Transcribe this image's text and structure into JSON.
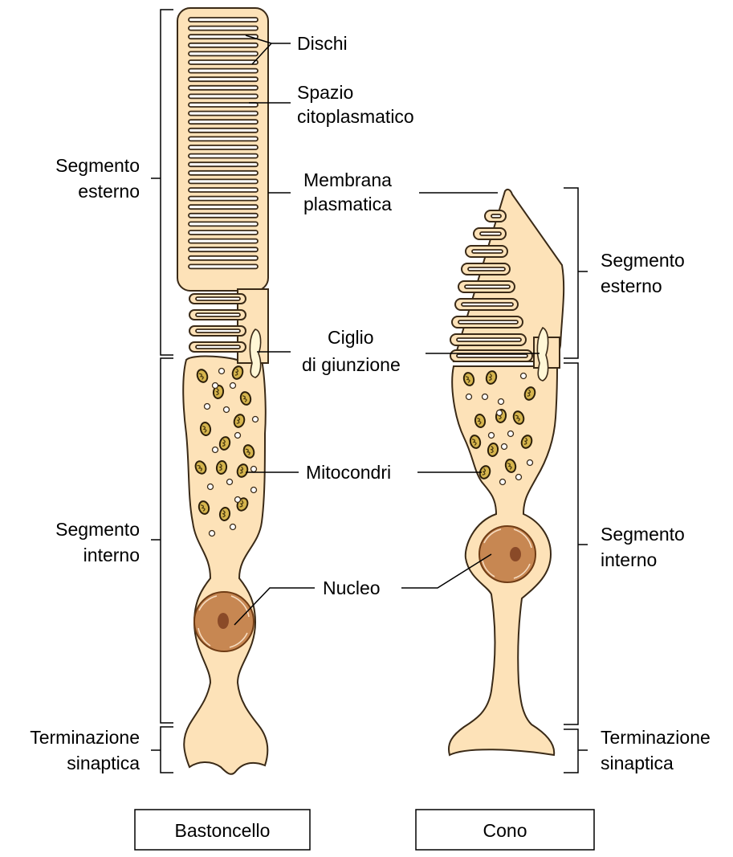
{
  "labels": {
    "dischi": "Dischi",
    "spazio_line1": "Spazio",
    "spazio_line2": "citoplasmatico",
    "membrana_line1": "Membrana",
    "membrana_line2": "plasmatica",
    "ciglio_line1": "Ciglio",
    "ciglio_line2": "di giunzione",
    "mitocondri": "Mitocondri",
    "nucleo": "Nucleo"
  },
  "rod": {
    "name": "Bastoncello",
    "outer_segment_line1": "Segmento",
    "outer_segment_line2": "esterno",
    "inner_segment_line1": "Segmento",
    "inner_segment_line2": "interno",
    "synaptic_line1": "Terminazione",
    "synaptic_line2": "sinaptica"
  },
  "cone": {
    "name": "Cono",
    "outer_segment_line1": "Segmento",
    "outer_segment_line2": "esterno",
    "inner_segment_line1": "Segmento",
    "inner_segment_line2": "interno",
    "synaptic_line1": "Terminazione",
    "synaptic_line2": "sinaptica"
  },
  "colors": {
    "cell_fill": "#fde2b8",
    "outline": "#3a2a17",
    "mitochondria": "#d6b54d",
    "nucleus": "#c78752"
  }
}
